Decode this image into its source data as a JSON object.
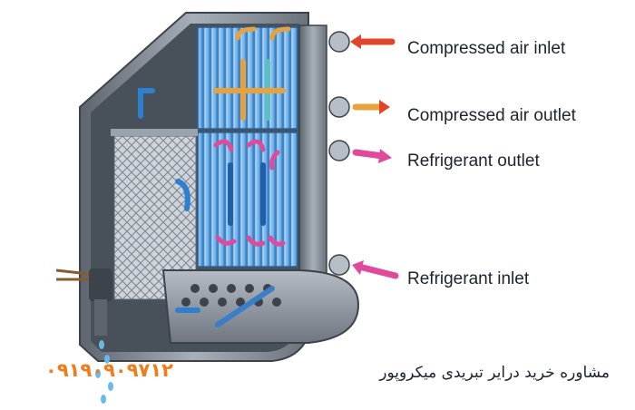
{
  "labels": [
    "Compressed air inlet",
    "Compressed air outlet",
    "Refrigerant outlet",
    "Refrigerant inlet"
  ],
  "footer": {
    "phone": "۰۹۱۹۰۹۰۹۷۱۲",
    "cta": "مشاوره خرید درایر تبریدی میکروپور"
  },
  "colors": {
    "air_arrow": "#e0452a",
    "refrigerant_arrow": "#e04a9a",
    "phone": "#f07c1a",
    "body_metal": "#8a929c",
    "coil_blue": "#3f8fd6"
  }
}
